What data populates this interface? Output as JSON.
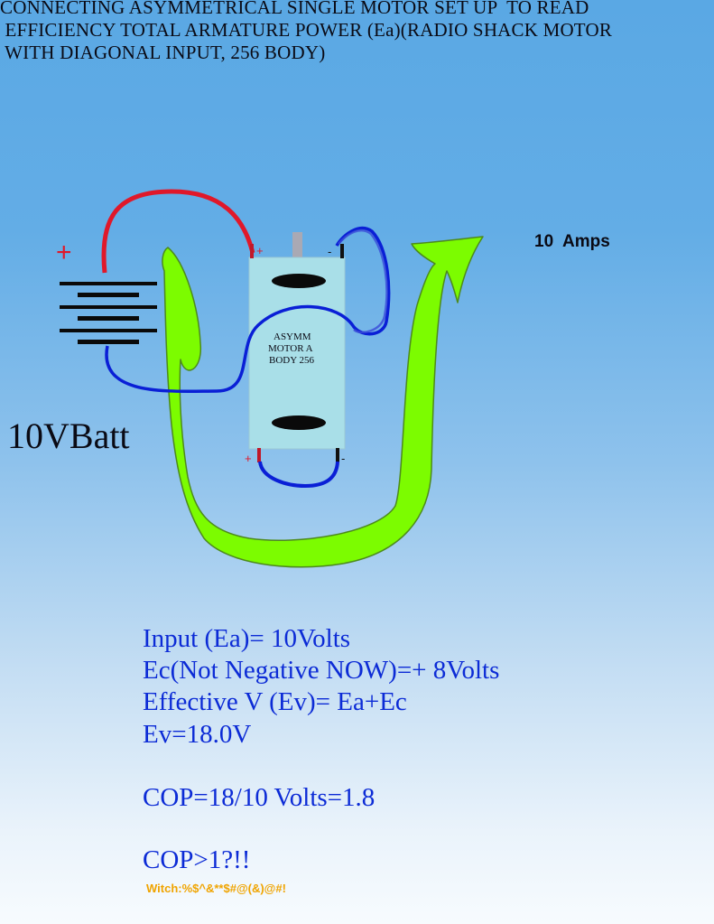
{
  "title": {
    "line1": "CONNECTING ASYMMETRICAL SINGLE MOTOR SET UP  TO READ",
    "line2": " EFFICIENCY TOTAL ARMATURE POWER (Ea)(RADIO SHACK MOTOR",
    "line3": " WITH DIAGONAL INPUT, 256 BODY)"
  },
  "battery": {
    "label": "10VBatt",
    "plus_sign": "+"
  },
  "motor": {
    "line1": "ASYMM",
    "line2": "MOTOR  A",
    "line3": "BODY 256"
  },
  "terminals": {
    "top_left": "+",
    "top_right": "-",
    "bottom_left": "+",
    "bottom_right": "-"
  },
  "current_label": "10  Amps",
  "equations": {
    "input": "Input (Ea)= 10Volts",
    "ec": "Ec(Not Negative NOW)=+ 8Volts",
    "effective": "Effective V (Ev)= Ea+Ec",
    "ev": "Ev=18.0V",
    "cop": "COP=18/10 Volts=1.8",
    "cop_question": "COP>1?!!"
  },
  "exclamation": "Witch:%$^&**$#@(&)@#!",
  "colors": {
    "wire_red": "#e0182a",
    "wire_blue": "#0a1fd6",
    "arrow_green": "#7cfc00",
    "motor_body": "#a9dfe8",
    "equation_text": "#0c2bd6",
    "exclamation_text": "#f0a400"
  }
}
